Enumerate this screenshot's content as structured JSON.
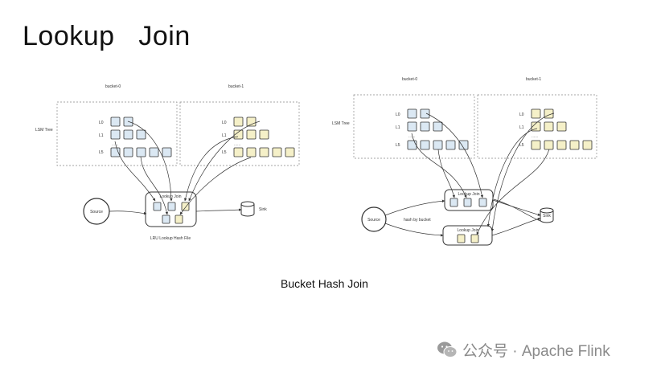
{
  "page": {
    "title": "Lookup   Join",
    "subtitle": "Bucket Hash  Join",
    "watermark": "公众号 · Apache Flink"
  },
  "left_diagram": {
    "bucket0_label": "bucket-0",
    "bucket1_label": "bucket-1",
    "lsm_label": "LSM Tree",
    "levels": [
      "L0",
      "L1",
      "L5"
    ],
    "dots": "......",
    "lookup_join_label": "Lookup Join",
    "source_label": "Source",
    "sink_label": "Sink",
    "cache_label": "LRU Lookup Hash File"
  },
  "right_diagram": {
    "bucket0_label": "bucket-0",
    "bucket1_label": "bucket-1",
    "lsm_label": "LSM Tree",
    "levels": [
      "L0",
      "L1",
      "L5"
    ],
    "dots": "......",
    "lookup_join_top_label": "Lookup Join",
    "lookup_join_bottom_label": "Lookup Join",
    "edge_label": "hash by bucket",
    "source_label": "Source",
    "sink_label": "Sink"
  },
  "colors": {
    "blue_file": "#dbe8f3",
    "yellow_file": "#f5f0c8",
    "stroke": "#333333",
    "dashed": "#888888"
  }
}
